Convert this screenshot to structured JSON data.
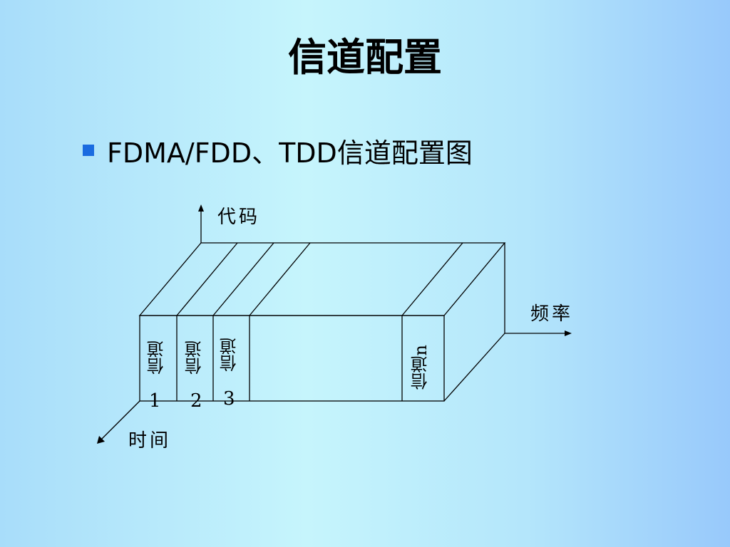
{
  "slide": {
    "title": "信道配置",
    "bullet": "FDMA/FDD、TDD信道配置图"
  },
  "diagram": {
    "axis_code": "代码",
    "axis_frequency": "频率",
    "axis_time": "时间",
    "channels": [
      {
        "label": "信道",
        "number": "1"
      },
      {
        "label": "信道",
        "number": "2"
      },
      {
        "label": "信道",
        "number": "3"
      },
      {
        "label": "信道n"
      }
    ]
  },
  "colors": {
    "bullet": "#1a6be0",
    "line": "#000000"
  }
}
